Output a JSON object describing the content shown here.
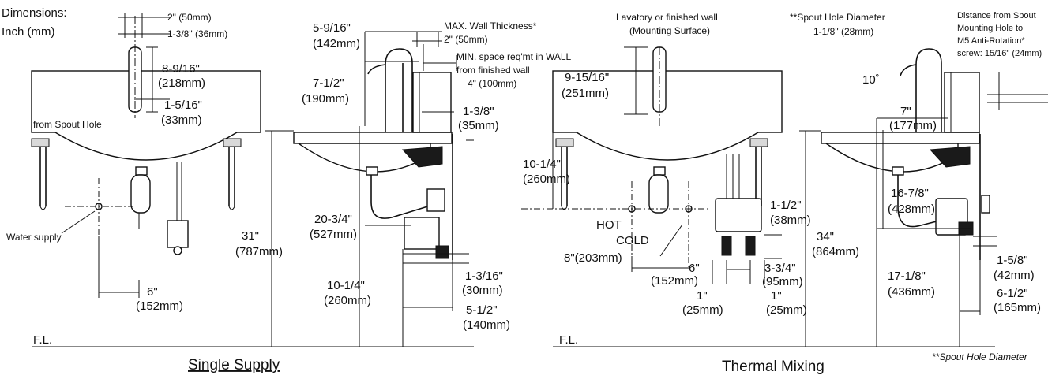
{
  "left_panel": {
    "header_dimensions": "Dimensions:",
    "header_units": "Inch  (mm)",
    "d_2in": "2\" (50mm)",
    "d_1_3_8": "1-3/8\" (36mm)",
    "d_8_9_16": "8-9/16\"",
    "d_218": "(218mm)",
    "d_1_5_16": "1-5/16\"",
    "d_33": "(33mm)",
    "from_spout_hole": "from Spout Hole",
    "water_supply": "Water supply",
    "d_6in": "6\"",
    "d_152": "(152mm)",
    "d_31": "31\"",
    "d_787": "(787mm)",
    "d_5_9_16": "5-9/16\"",
    "d_142": "(142mm)",
    "max_wall": "MAX. Wall Thickness*",
    "max_wall_val": "2\" (50mm)",
    "min_space": "MIN. space req'mt in WALL",
    "from_finished": "from finished wall",
    "min_space_val": "4\" (100mm)",
    "d_7_1_2": "7-1/2\"",
    "d_190": "(190mm)",
    "d_1_3_8b": "1-3/8\"",
    "d_35": "(35mm)",
    "d_20_3_4": "20-3/4\"",
    "d_527": "(527mm)",
    "d_10_1_4": "10-1/4\"",
    "d_260": "(260mm)",
    "d_1_3_16": "1-3/16\"",
    "d_30": "(30mm)",
    "d_5_1_2": "5-1/2\"",
    "d_140": "(140mm)",
    "floor": "F.L.",
    "title": "Single Supply"
  },
  "right_panel": {
    "lavatory": "Lavatory or finished wall",
    "mounting_surface": "(Mounting Surface)",
    "d_9_15_16": "9-15/16\"",
    "d_251": "(251mm)",
    "d_10_1_4": "10-1/4\"",
    "d_260": "(260mm)",
    "hot": "HOT",
    "cold": "COLD",
    "d_8": "8\"(203mm)",
    "d_6": "6\"",
    "d_152": "(152mm)",
    "d_1_1_2": "1-1/2\"",
    "d_38": "(38mm)",
    "d_3_3_4": "3-3/4\"",
    "d_95": "(95mm)",
    "d_1a": "1\"",
    "d_25a": "(25mm)",
    "d_1b": "1\"",
    "d_25b": "(25mm)",
    "spout_hole_diam": "**Spout Hole Diameter",
    "spout_hole_val": "1-1/8\" (28mm)",
    "dist_from_spout": "Distance from Spout",
    "mounting_hole_to": "Mounting Hole to",
    "m5_anti": "M5 Anti-Rotation*",
    "screw": "screw: 15/16\" (24mm)",
    "d_10deg": "10˚",
    "d_7": "7\"",
    "d_177": "(177mm)",
    "d_16_7_8": "16-7/8\"",
    "d_428": "(428mm)",
    "d_34": "34\"",
    "d_864": "(864mm)",
    "d_17_1_8": "17-1/8\"",
    "d_436": "(436mm)",
    "d_1_5_8": "1-5/8\"",
    "d_42": "(42mm)",
    "d_6_1_2": "6-1/2\"",
    "d_165": "(165mm)",
    "floor": "F.L.",
    "title": "Thermal Mixing",
    "footnote": "**Spout Hole Diameter"
  }
}
